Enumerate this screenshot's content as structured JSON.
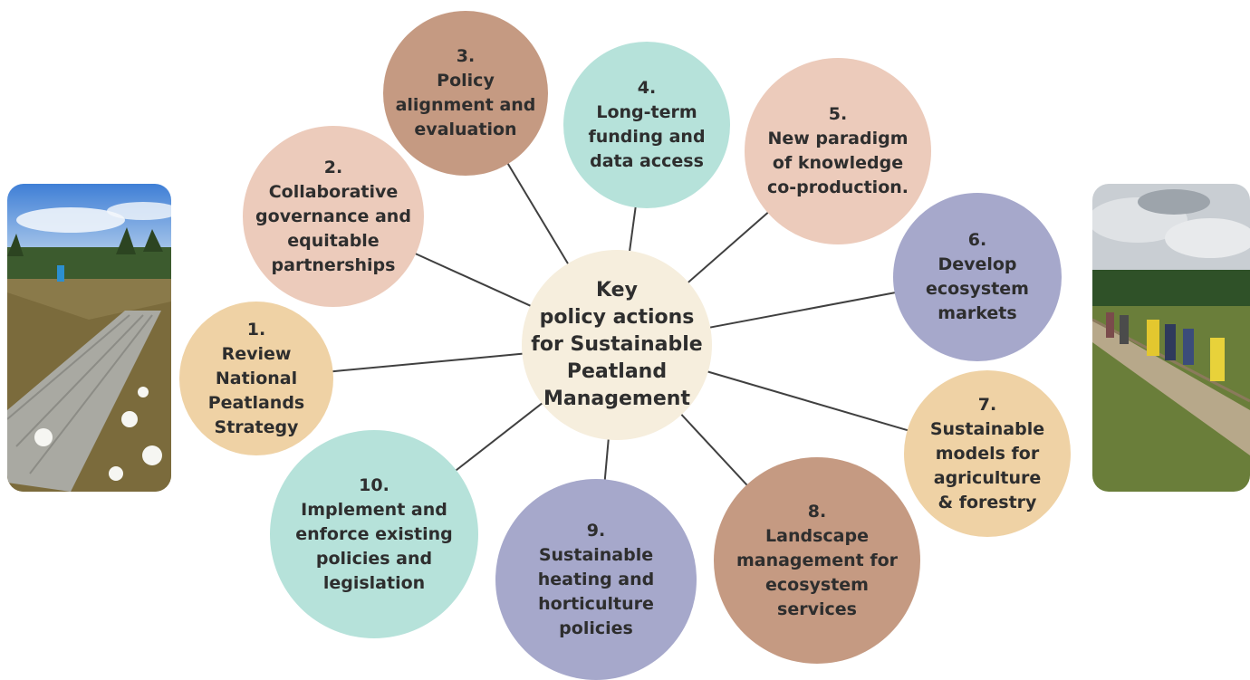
{
  "center": {
    "title": "Key\npolicy actions\nfor Sustainable\nPeatland\nManagement",
    "color": "#f6eedd"
  },
  "actions": [
    {
      "number": "1.",
      "text": "Review\nNational\nPeatlands\nStrategy",
      "color": "#efd2a5"
    },
    {
      "number": "2.",
      "text": "Collaborative\ngovernance and\nequitable\npartnerships",
      "color": "#eccbbb"
    },
    {
      "number": "3.",
      "text": "Policy\nalignment and\nevaluation",
      "color": "#c59a82"
    },
    {
      "number": "4.",
      "text": "Long-term\nfunding and\ndata access",
      "color": "#b6e2da"
    },
    {
      "number": "5.",
      "text": "New paradigm\nof knowledge\nco-production.",
      "color": "#eccbbb"
    },
    {
      "number": "6.",
      "text": "Develop\necosystem\nmarkets",
      "color": "#a6a8cb"
    },
    {
      "number": "7.",
      "text": "Sustainable\nmodels for\nagriculture\n& forestry",
      "color": "#efd2a5"
    },
    {
      "number": "8.",
      "text": "Landscape\nmanagement for\necosystem\nservices",
      "color": "#c59a82"
    },
    {
      "number": "9.",
      "text": "Sustainable\nheating and\nhorticulture\npolicies",
      "color": "#a6a8cb"
    },
    {
      "number": "10.",
      "text": "Implement and\nenforce existing\npolicies and\nlegislation",
      "color": "#b6e2da"
    }
  ],
  "photos": [
    {
      "name": "bog-boardwalk-cotton-grass-photo"
    },
    {
      "name": "group-walking-boardwalk-photo"
    }
  ],
  "colors": {
    "connector": "#404040",
    "text": "#2e2e2e"
  }
}
